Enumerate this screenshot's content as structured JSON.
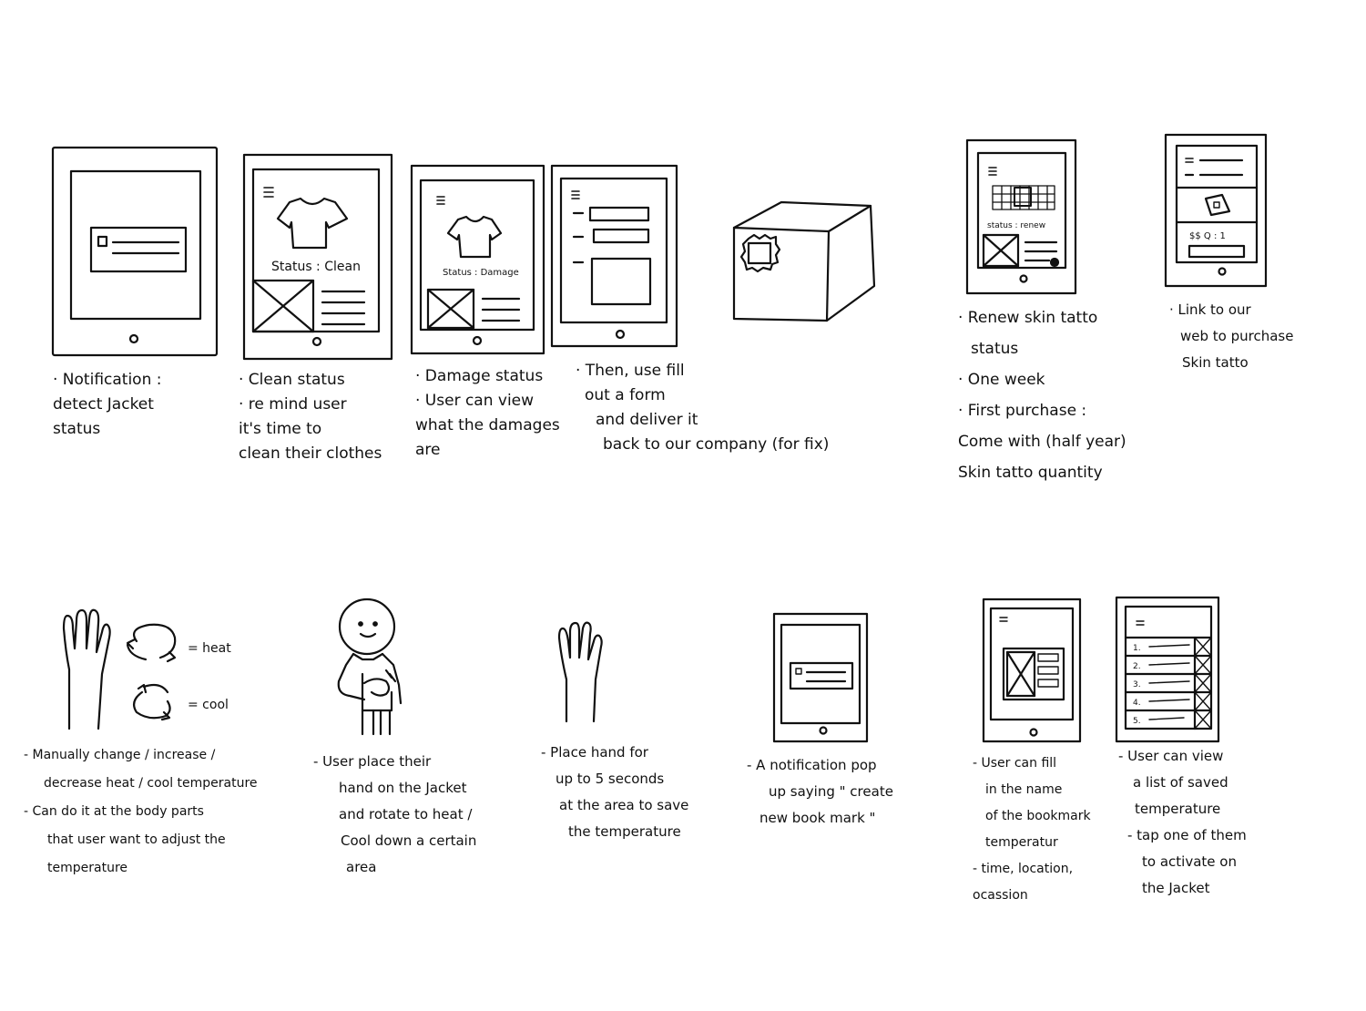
{
  "top_row": {
    "phone1": {
      "notes": [
        "· Notification :",
        "detect Jacket",
        "status"
      ]
    },
    "phone2": {
      "status_label": "Status : Clean",
      "notes": [
        "· Clean status",
        "· re mind  user",
        "it's time  to",
        "clean  their  clothes"
      ]
    },
    "phone3": {
      "status_label": "Status : Damage",
      "notes": [
        "· Damage  status",
        "· User  can view",
        "what  the  damages",
        "are"
      ]
    },
    "phone4": {
      "notes": [
        "· Then, use fill",
        "out  a  form",
        "and  deliver it",
        "back  to  our  company (for fix)"
      ]
    },
    "phone5": {
      "status_label": "status : renew",
      "notes": [
        "· Renew  skin  tatto",
        "status",
        "· One  week",
        "· First  purchase :",
        "Come  with  (half year)",
        "Skin  tatto  quantity"
      ]
    },
    "phone6": {
      "price_label": "$$  Q : 1",
      "notes": [
        "· Link  to  our",
        "web  to  purchase",
        "Skin  tatto"
      ]
    }
  },
  "bottom_row": {
    "gesture1": {
      "heat_label": "= heat",
      "cool_label": "=  cool",
      "notes": [
        "-  Manually  change / increase /",
        "decrease  heat / cool  temperature",
        "-  Can  do  it  at  the  body  parts",
        "that  user  want  to  adjust  the",
        "temperature"
      ]
    },
    "gesture2": {
      "notes": [
        "-  User  place  their",
        "hand  on  the  Jacket",
        "and  rotate  to  heat /",
        "Cool  down  a  certain",
        "area"
      ]
    },
    "gesture3": {
      "notes": [
        "- Place  hand  for",
        "up  to  5  seconds",
        "at  the  area  to  save",
        "the  temperature"
      ]
    },
    "phone7": {
      "notes": [
        "-  A  notification  pop",
        "up  saying  \" create",
        "new  book mark \""
      ]
    },
    "phone8": {
      "notes": [
        "- User  can  fill",
        "in  the  name",
        "of  the  bookmark",
        "temperatur",
        "- time, location,",
        "ocassion"
      ]
    },
    "phone9": {
      "list_numbers": [
        "1.",
        "2.",
        "3.",
        "4.",
        "5."
      ],
      "notes": [
        "-  User  can  view",
        "a  list  of  saved",
        "temperature",
        "- tap  one  of  them",
        "to  activate  on",
        "the  Jacket"
      ]
    }
  }
}
